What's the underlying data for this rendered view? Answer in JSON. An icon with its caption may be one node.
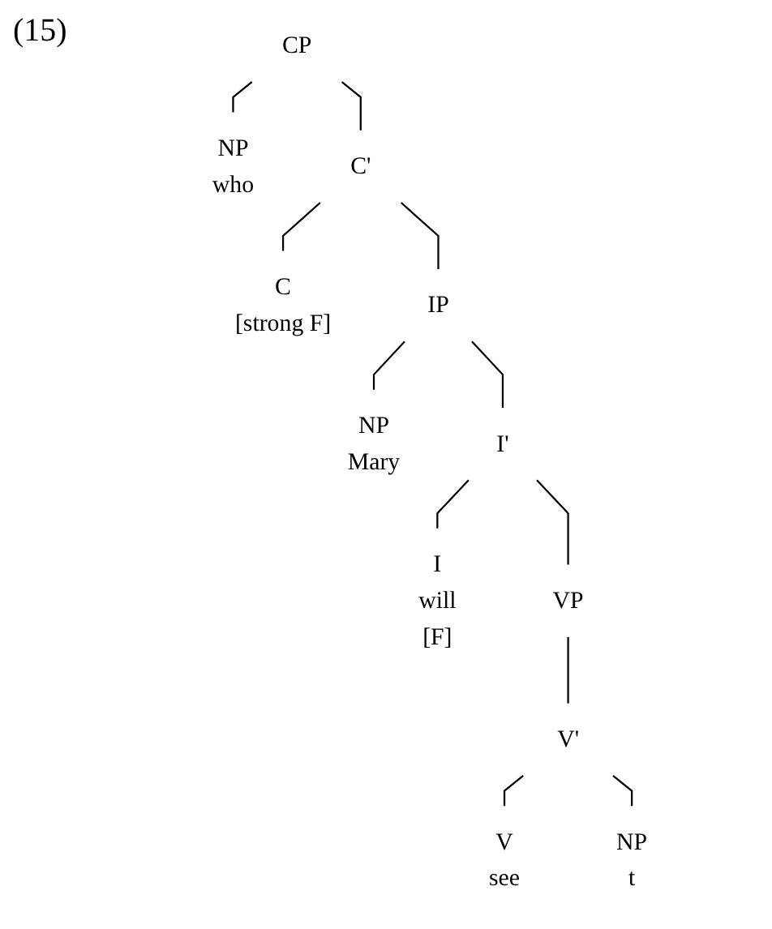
{
  "diagram": {
    "nodes": [
      {
        "text": [
          "CP"
        ]
      },
      {
        "text": [
          "NP",
          "who"
        ]
      },
      {
        "text": [
          "C'"
        ]
      },
      {
        "text": [
          "C",
          "[strong F]"
        ]
      },
      {
        "text": [
          "IP"
        ]
      },
      {
        "text": [
          "NP",
          "Mary"
        ]
      },
      {
        "text": [
          "I'"
        ]
      },
      {
        "text": [
          "I",
          "will",
          "[F]"
        ]
      },
      {
        "text": [
          "VP"
        ]
      },
      {
        "text": [
          "V'"
        ]
      },
      {
        "text": [
          "V",
          "see"
        ]
      },
      {
        "text": [
          "NP",
          "t"
        ]
      }
    ],
    "edges": [
      {
        "from": 0,
        "to": 1,
        "arrow": "none"
      },
      {
        "from": 0,
        "to": 2,
        "arrow": "none"
      },
      {
        "from": 2,
        "to": 3,
        "arrow": "none"
      },
      {
        "from": 2,
        "to": 4,
        "arrow": "none"
      },
      {
        "from": 4,
        "to": 5,
        "arrow": "none"
      },
      {
        "from": 4,
        "to": 6,
        "arrow": "none"
      },
      {
        "from": 6,
        "to": 7,
        "arrow": "none"
      },
      {
        "from": 6,
        "to": 8,
        "arrow": "none"
      },
      {
        "from": 8,
        "to": 9,
        "arrow": "none"
      },
      {
        "from": 9,
        "to": 10,
        "arrow": "none"
      },
      {
        "from": 9,
        "to": 11,
        "arrow": "none"
      }
    ],
    "labels": [
      "(15)"
    ]
  }
}
